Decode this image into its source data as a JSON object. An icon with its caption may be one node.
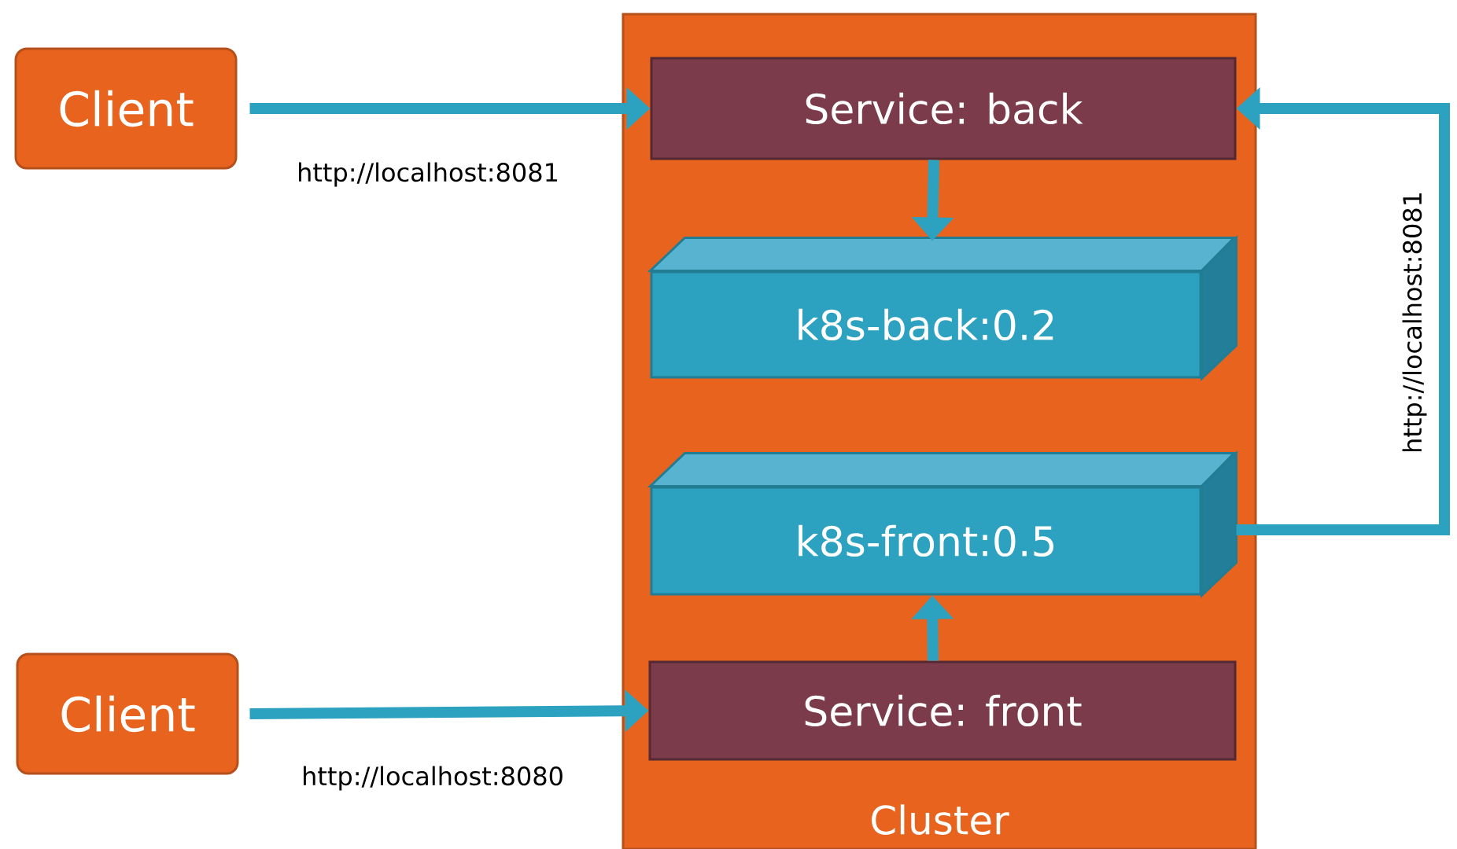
{
  "diagram": {
    "nodes": [
      {
        "text": [
          "Client"
        ]
      },
      {
        "text": [
          "Cluster"
        ]
      },
      {
        "text": [
          "Service: back"
        ],
        "in": 1
      },
      {
        "text": [
          "k8s-back:0.2"
        ],
        "in": 1
      },
      {
        "text": [
          "k8s-front:0.5"
        ],
        "in": 1
      },
      {
        "text": [
          "Client"
        ]
      },
      {
        "text": [
          "Service: front"
        ],
        "in": 1
      }
    ],
    "edges": [
      {
        "from": 0,
        "to": 2,
        "arrow": "to",
        "label": "http://localhost:8081"
      },
      {
        "from": 2,
        "to": 3,
        "arrow": "to"
      },
      {
        "from": 6,
        "to": 4,
        "arrow": "to"
      },
      {
        "from": 4,
        "to": 2,
        "arrow": "to",
        "label": "http://localhost:8081"
      },
      {
        "from": 5,
        "to": 6,
        "arrow": "to",
        "label": "http://localhost:8080"
      }
    ]
  }
}
